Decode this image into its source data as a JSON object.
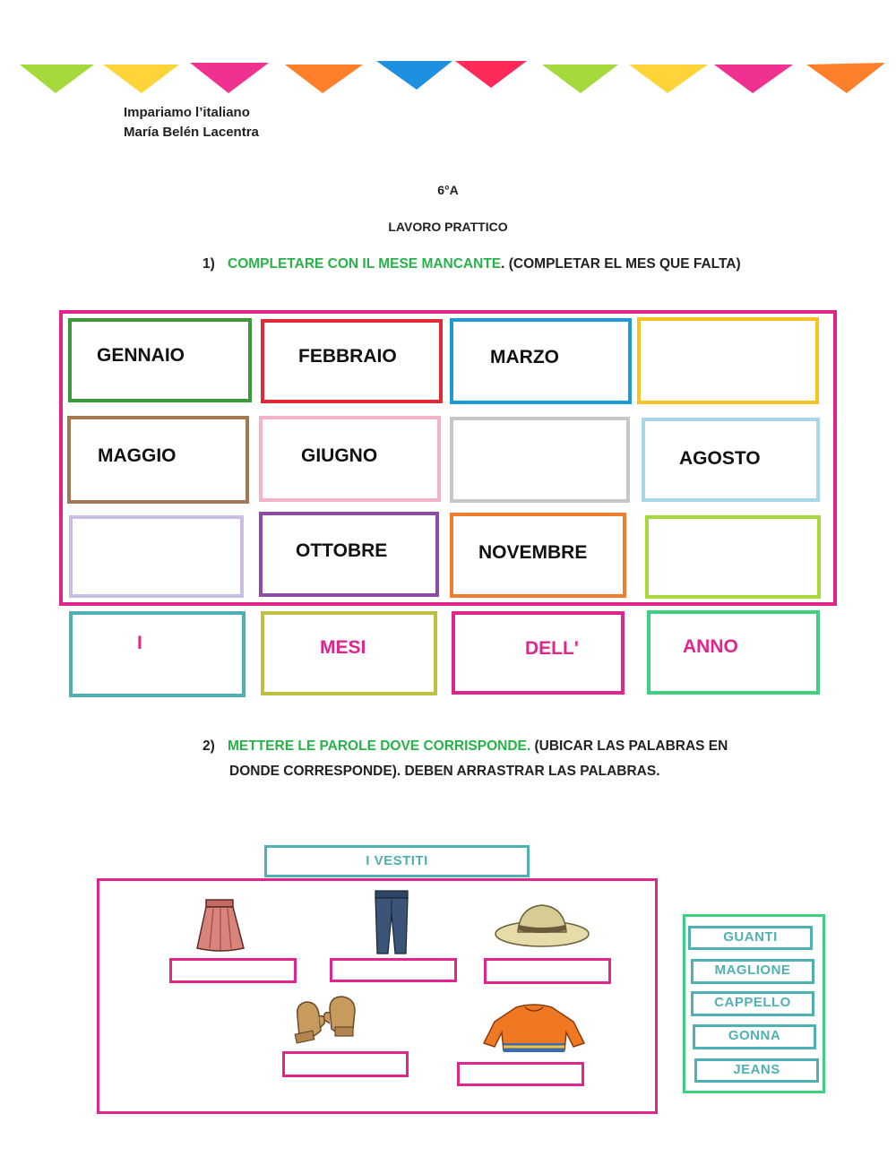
{
  "header": {
    "line1": "Impariamo l’italiano",
    "line2": "María Belén Lacentra",
    "class": "6°A",
    "subtitle": "LAVORO PRATTICO"
  },
  "colors": {
    "pink": "#e0268c",
    "green": "#27b24a",
    "teal": "#4fb1b3",
    "bunting": [
      "#a6d93b",
      "#ffd43b",
      "#f0318f",
      "#ff7f2a",
      "#1f8fe0",
      "#ff2a5a",
      "#a6d93b",
      "#ffd43b",
      "#f0318f",
      "#ff7f2a"
    ]
  },
  "q1": {
    "number": "1)",
    "instruction": "COMPLETARE CON IL MESE MANCANTE",
    "translation": ". (COMPLETAR EL MES QUE FALTA)",
    "months": [
      {
        "label": "GENNAIO",
        "color": "#3a9a3a"
      },
      {
        "label": "FEBBRAIO",
        "color": "#e02a36"
      },
      {
        "label": "MARZO",
        "color": "#1e9ad8"
      },
      {
        "label": "",
        "color": "#f8c322"
      },
      {
        "label": "MAGGIO",
        "color": "#a47753"
      },
      {
        "label": "GIUGNO",
        "color": "#f5b3c7"
      },
      {
        "label": "",
        "color": "#c7c7c7"
      },
      {
        "label": "AGOSTO",
        "color": "#a8d8e8"
      },
      {
        "label": "",
        "color": "#c9bde2"
      },
      {
        "label": "OTTOBRE",
        "color": "#8e4aa6"
      },
      {
        "label": "NOVEMBRE",
        "color": "#f07d2d"
      },
      {
        "label": "",
        "color": "#a8d93a"
      }
    ],
    "title_words": [
      {
        "label": "I",
        "color": "#4fb1b3"
      },
      {
        "label": "MESI",
        "color": "#c0c040"
      },
      {
        "label": "DELL'",
        "color": "#e0268c"
      },
      {
        "label": "ANNO",
        "color": "#3dd080"
      }
    ]
  },
  "q2": {
    "number": "2)",
    "instruction": "METTERE LE PAROLE DOVE CORRISPONDE.",
    "translation1": " (UBICAR LAS PALABRAS EN",
    "translation2": "DONDE CORRESPONDE). DEBEN ARRASTRAR LAS PALABRAS.",
    "title": "I VESTITI",
    "clothes_icons": [
      "skirt-icon",
      "jeans-icon",
      "hat-icon",
      "gloves-icon",
      "sweater-icon"
    ],
    "words": [
      "GUANTI",
      "MAGLIONE",
      "CAPPELLO",
      "GONNA",
      "JEANS"
    ]
  }
}
